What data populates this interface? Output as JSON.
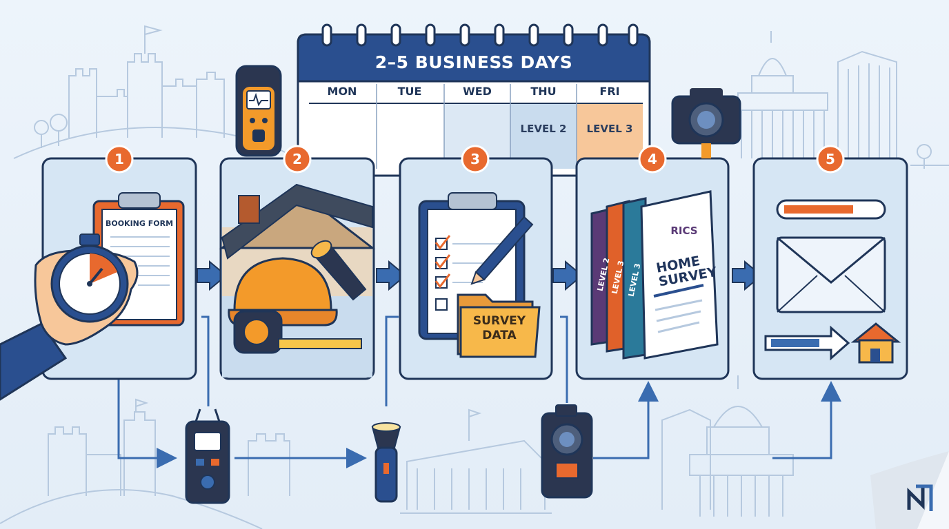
{
  "calendar": {
    "title": "2–5 BUSINESS DAYS",
    "days": [
      "MON",
      "TUE",
      "WED",
      "THU",
      "FRI"
    ],
    "level_thu": "LEVEL 2",
    "level_fri": "LEVEL 3"
  },
  "steps": [
    {
      "number": "1",
      "label": "BOOKING FORM"
    },
    {
      "number": "2",
      "label": ""
    },
    {
      "number": "3",
      "label": "SURVEY\nDATA"
    },
    {
      "number": "4",
      "label": "HOME SURVEY"
    },
    {
      "number": "5",
      "label": ""
    }
  ],
  "report": {
    "brand": "RICS",
    "title_line1": "HOME",
    "title_line2": "SURVEY",
    "spine_1": "LEVEL 2",
    "spine_2": "LEVEL 3",
    "spine_3": "LEVEL 3"
  },
  "folder": {
    "line1": "SURVEY",
    "line2": "DATA"
  },
  "form": {
    "label": "BOOKING FORM"
  },
  "colors": {
    "navy": "#2a4f8f",
    "orange": "#e8692e",
    "panel": "#d3e4f3",
    "outline": "#1f3558",
    "accent_blue": "#3a6cb0",
    "gold": "#f7b84a",
    "peach": "#f7c79a"
  },
  "icons": [
    "stopwatch-icon",
    "hand-icon",
    "clipboard-icon",
    "moisture-meter-icon",
    "house-roof-icon",
    "hard-hat-icon",
    "tape-measure-icon",
    "flashlight-icon",
    "pen-icon",
    "folder-icon",
    "report-books-icon",
    "camera-icon",
    "envelope-icon",
    "progress-bar-icon",
    "house-icon",
    "logo-icon"
  ]
}
